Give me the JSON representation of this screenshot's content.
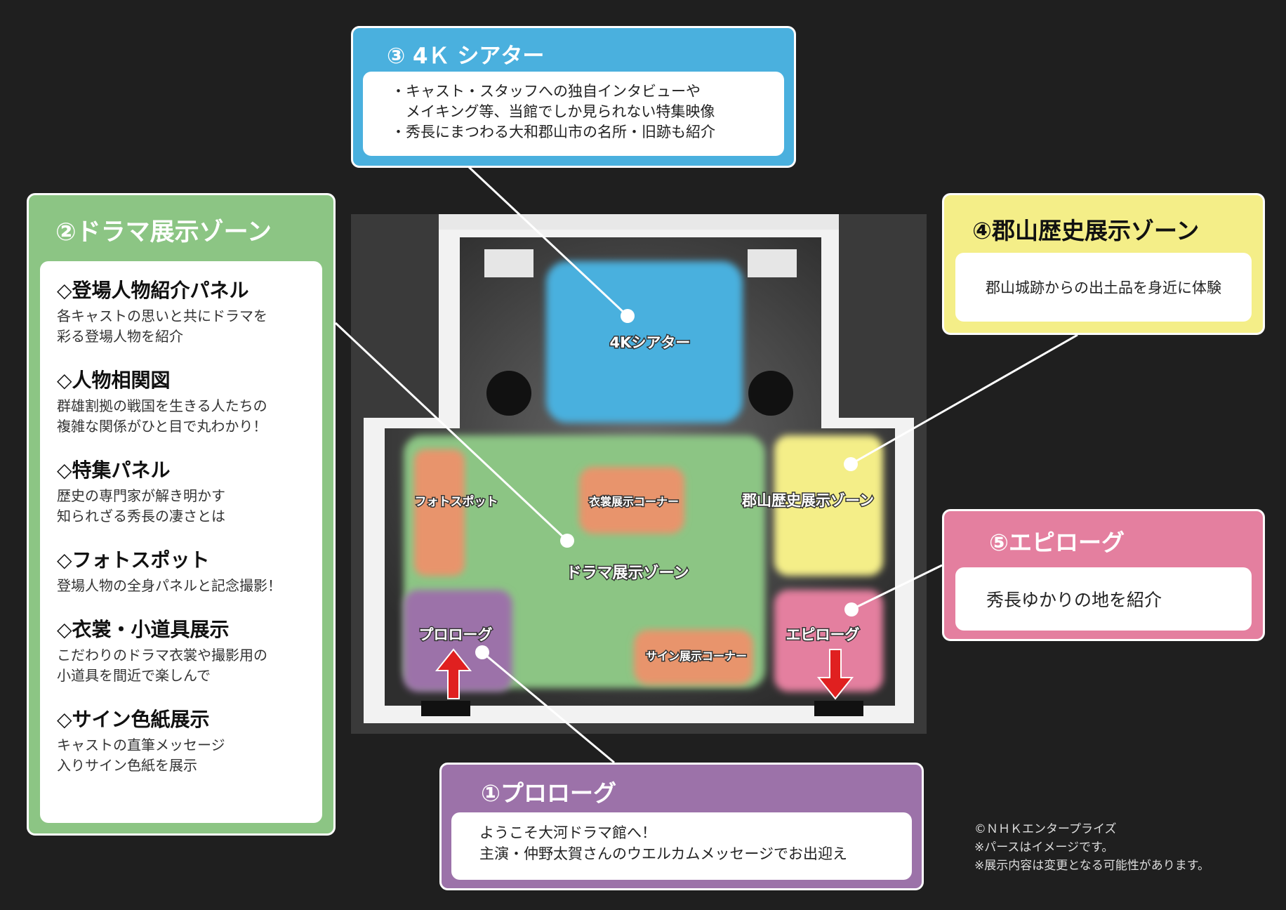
{
  "theater": {
    "title": "③ 4Ｋ シアター",
    "lines": [
      "・キャスト・スタッフへの独自インタビューや",
      "　メイキング等、当館でしか見られない特集映像",
      "・秀長にまつわる大和郡山市の名所・旧跡も紹介"
    ]
  },
  "drama": {
    "title": "②ドラマ展示ゾーン",
    "features": [
      {
        "heading": "◇登場人物紹介パネル",
        "desc": [
          "各キャストの思いと共にドラマを",
          "彩る登場人物を紹介"
        ]
      },
      {
        "heading": "◇人物相関図",
        "desc": [
          "群雄割拠の戦国を生きる人たちの",
          "複雑な関係がひと目で丸わかり！"
        ]
      },
      {
        "heading": "◇特集パネル",
        "desc": [
          "歴史の専門家が解き明かす",
          "知られざる秀長の凄さとは"
        ]
      },
      {
        "heading": "◇フォトスポット",
        "desc": [
          "登場人物の全身パネルと記念撮影！"
        ]
      },
      {
        "heading": "◇衣裳・小道具展示",
        "desc": [
          "こだわりのドラマ衣裳や撮影用の",
          "小道具を間近で楽しんで"
        ]
      },
      {
        "heading": "◇サイン色紙展示",
        "desc": [
          "キャストの直筆メッセージ",
          "入りサイン色紙を展示"
        ]
      }
    ]
  },
  "history": {
    "title": "④郡山歴史展示ゾーン",
    "desc": "郡山城跡からの出土品を身近に体験"
  },
  "epilogue": {
    "title": "⑤エピローグ",
    "desc": "秀長ゆかりの地を紹介"
  },
  "prologue": {
    "title": "①プロローグ",
    "lines": [
      "ようこそ大河ドラマ館へ！",
      "主演・仲野太賀さんのウエルカムメッセージでお出迎え"
    ]
  },
  "floor": {
    "theater": "4Kシアター",
    "photo_spot": "フォトスポット",
    "costume": "衣裳展示コーナー",
    "history": "郡山歴史展示ゾーン",
    "drama": "ドラマ展示ゾーン",
    "prologue": "プロローグ",
    "epilogue": "エピローグ",
    "sign": "サイン展示コーナー"
  },
  "credits": [
    "©ＮＨＫエンタープライズ",
    "※パースはイメージです。",
    "※展示内容は変更となる可能性があります。"
  ],
  "colors": {
    "theater": "#4ab0de",
    "drama": "#8cc584",
    "history": "#f4ee88",
    "epilogue": "#e47f9f",
    "prologue": "#9c72a9",
    "corner": "#e8946c",
    "arrow": "#e02020"
  }
}
